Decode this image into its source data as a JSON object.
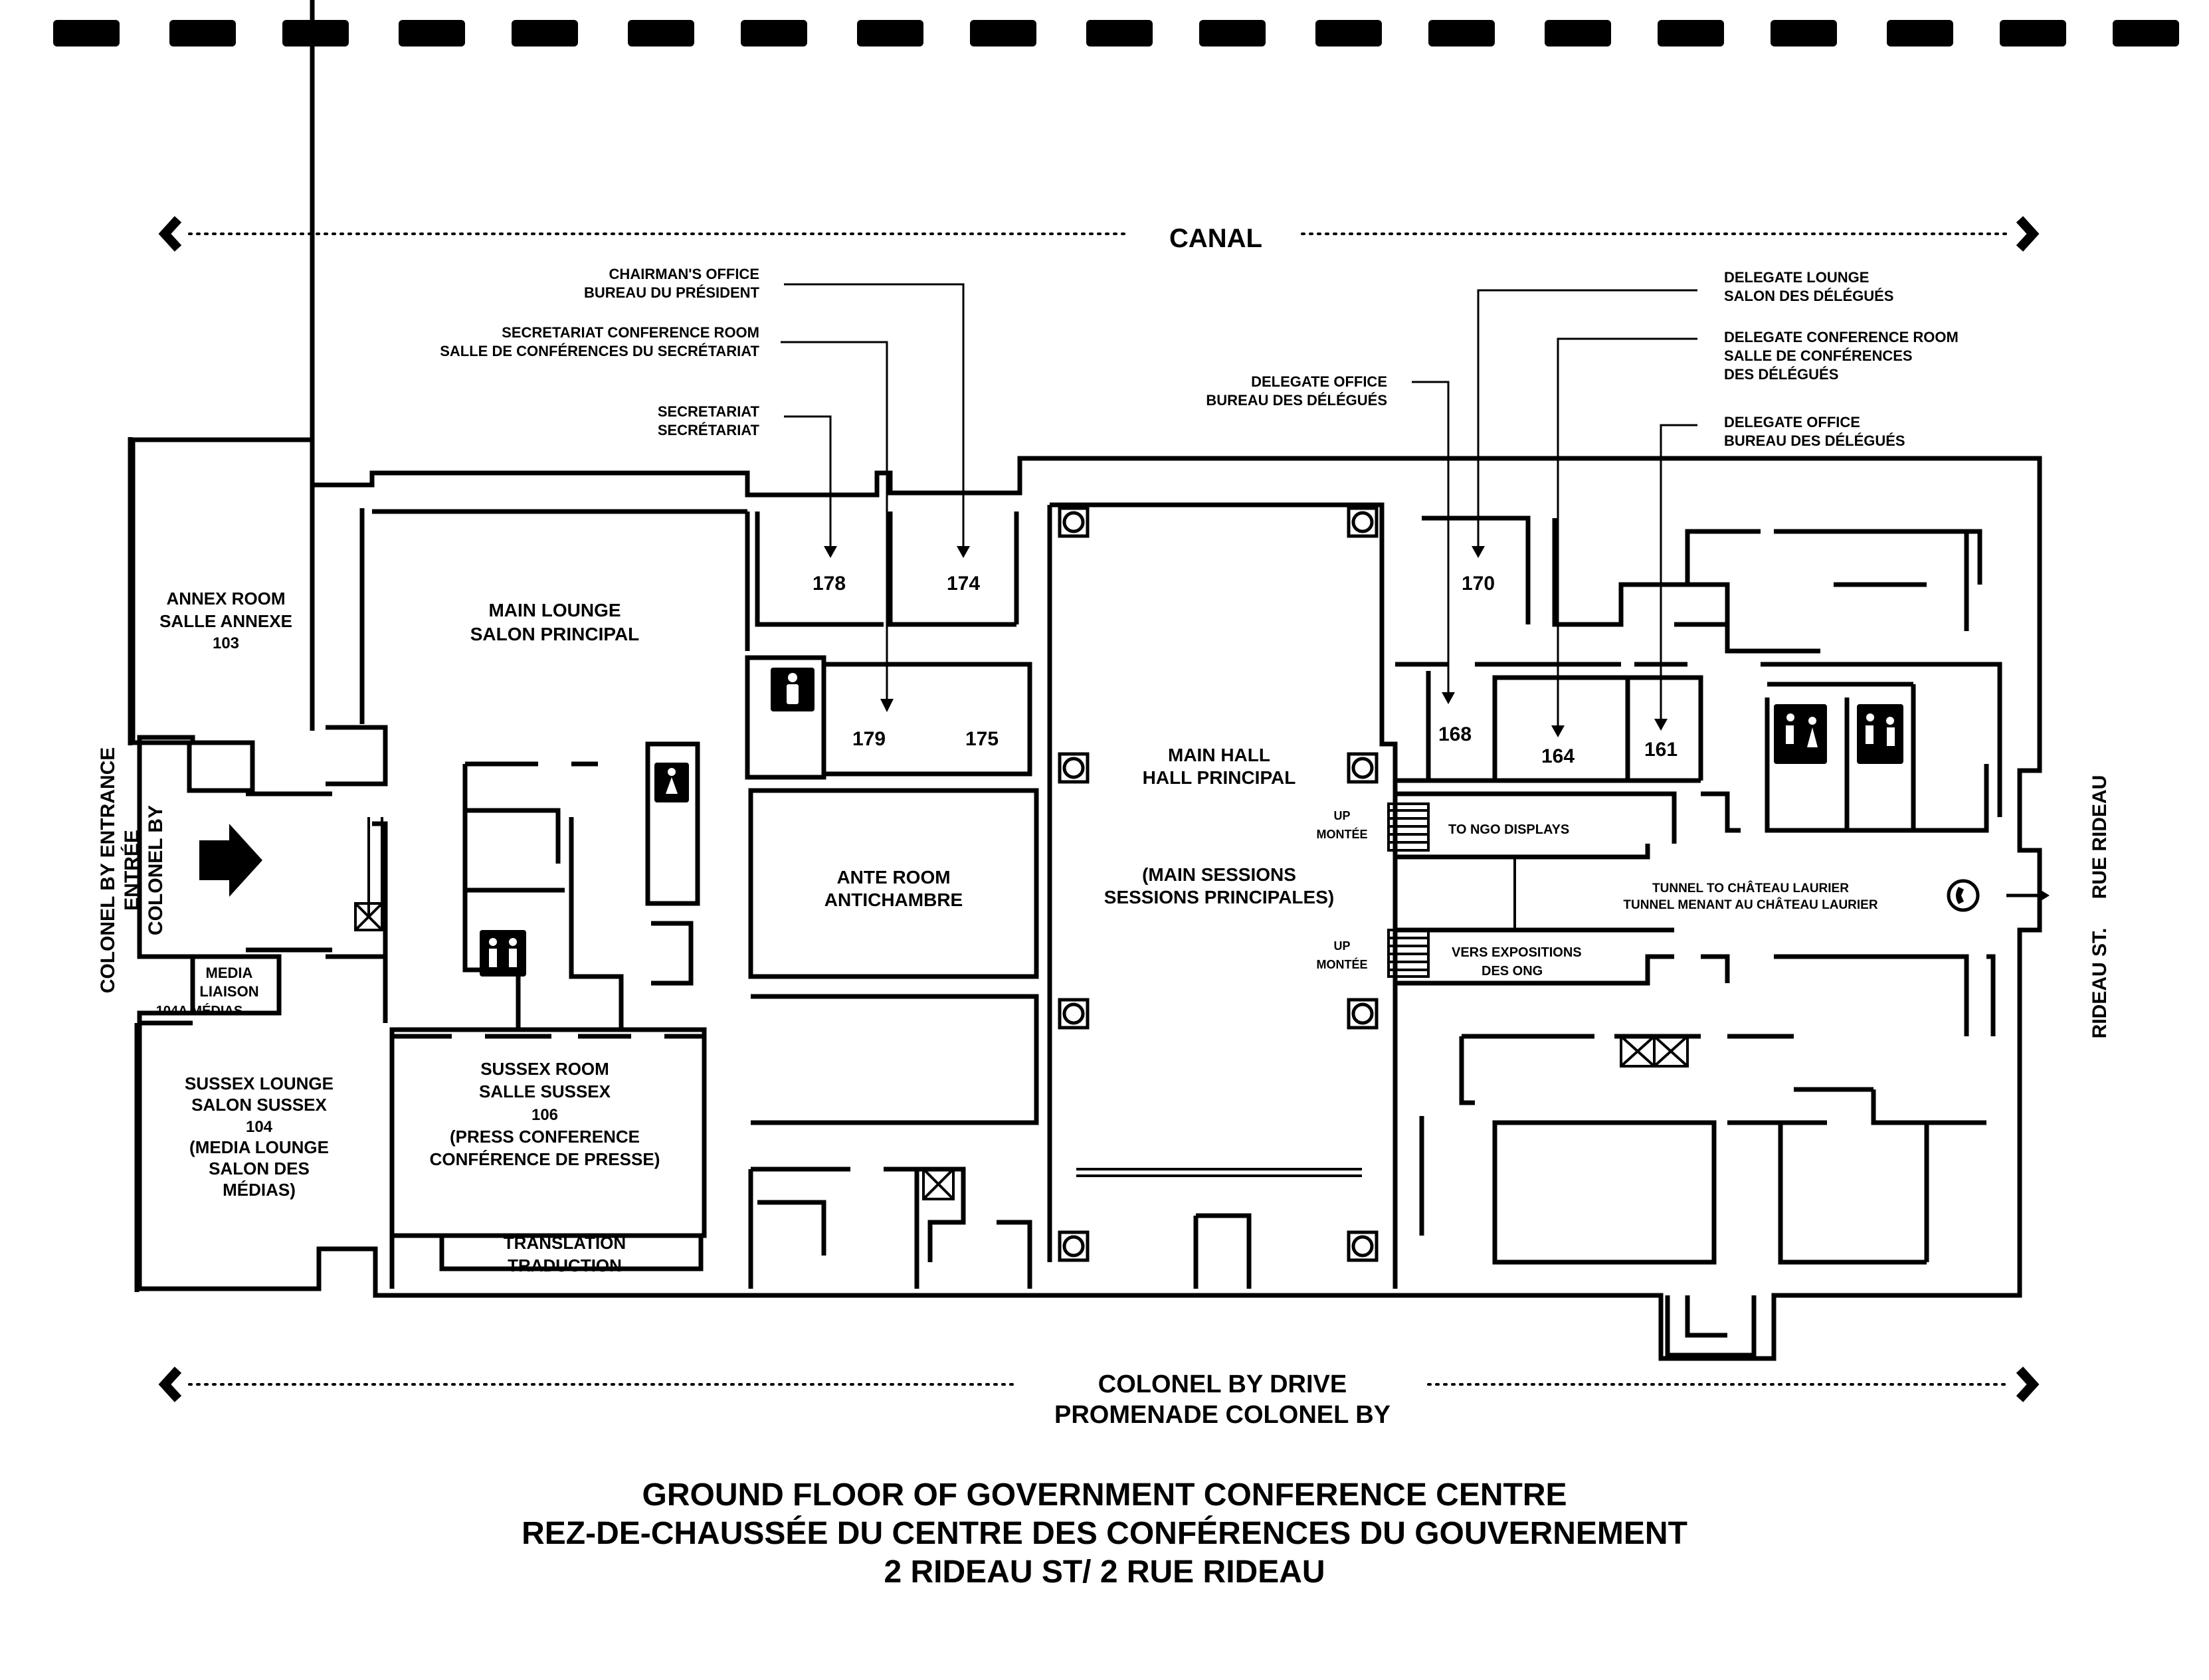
{
  "edges": {
    "north": "CANAL",
    "south_line1": "COLONEL BY DRIVE",
    "south_line2": "PROMENADE COLONEL BY",
    "west_1": "COLONEL BY ENTRANCE",
    "west_2": "ENTRÉE",
    "west_3": "COLONEL BY",
    "east_1": "RUE RIDEAU",
    "east_2": "RIDEAU ST."
  },
  "callouts": {
    "chairman_en": "CHAIRMAN'S OFFICE",
    "chairman_fr": "BUREAU DU PRÉSIDENT",
    "sec_conf_en": "SECRETARIAT CONFERENCE ROOM",
    "sec_conf_fr": "SALLE DE CONFÉRENCES DU SECRÉTARIAT",
    "sec_en": "SECRETARIAT",
    "sec_fr": "SECRÉTARIAT",
    "del_lounge_en": "DELEGATE LOUNGE",
    "del_lounge_fr": "SALON DES DÉLÉGUÉS",
    "del_conf_en": "DELEGATE CONFERENCE ROOM",
    "del_conf_fr1": "SALLE DE CONFÉRENCES",
    "del_conf_fr2": "DES DÉLÉGUÉS",
    "del_office_en": "DELEGATE OFFICE",
    "del_office_fr": "BUREAU DES DÉLÉGUÉS",
    "del_office2_en": "DELEGATE OFFICE",
    "del_office2_fr": "BUREAU DES DÉLÉGUÉS"
  },
  "rooms": {
    "annex_1": "ANNEX ROOM",
    "annex_2": "SALLE ANNEXE",
    "annex_3": "103",
    "main_lounge_1": "MAIN LOUNGE",
    "main_lounge_2": "SALON PRINCIPAL",
    "media_1": "MEDIA",
    "media_2": "LIAISON",
    "media_3": "104A MÉDIAS",
    "sussex_lounge_1": "SUSSEX LOUNGE",
    "sussex_lounge_2": "SALON SUSSEX",
    "sussex_lounge_3": "104",
    "sussex_lounge_4": "(MEDIA LOUNGE",
    "sussex_lounge_5": "SALON DES",
    "sussex_lounge_6": "MÉDIAS)",
    "sussex_room_1": "SUSSEX ROOM",
    "sussex_room_2": "SALLE SUSSEX",
    "sussex_room_3": "106",
    "sussex_room_4": "(PRESS CONFERENCE",
    "sussex_room_5": "CONFÉRENCE DE PRESSE)",
    "translation_1": "TRANSLATION",
    "translation_2": "TRADUCTION",
    "ante_1": "ANTE ROOM",
    "ante_2": "ANTICHAMBRE",
    "main_hall_1": "MAIN HALL",
    "main_hall_2": "HALL PRINCIPAL",
    "main_hall_3": "(MAIN SESSIONS",
    "main_hall_4": "SESSIONS PRINCIPALES)",
    "r178": "178",
    "r174": "174",
    "r179": "179",
    "r175": "175",
    "r170": "170",
    "r168": "168",
    "r164": "164",
    "r161": "161",
    "up1_a": "UP",
    "up1_b": "MONTÉE",
    "up2_a": "UP",
    "up2_b": "MONTÉE",
    "ngo_en": "TO NGO DISPLAYS",
    "ngo_fr1": "VERS EXPOSITIONS",
    "ngo_fr2": "DES ONG",
    "tunnel_en": "TUNNEL TO CHÂTEAU LAURIER",
    "tunnel_fr": "TUNNEL MENANT AU CHÂTEAU LAURIER"
  },
  "title": {
    "line1": "GROUND FLOOR OF GOVERNMENT CONFERENCE CENTRE",
    "line2": "REZ-DE-CHAUSSÉE DU CENTRE DES CONFÉRENCES DU GOUVERNEMENT",
    "line3": "2 RIDEAU ST/ 2 RUE RIDEAU"
  },
  "icons": [
    "entrance-arrow-icon",
    "restroom-men-icon",
    "restroom-women-icon",
    "accessible-restroom-icon",
    "telephone-icon",
    "elevator-icon",
    "stairs-icon"
  ]
}
